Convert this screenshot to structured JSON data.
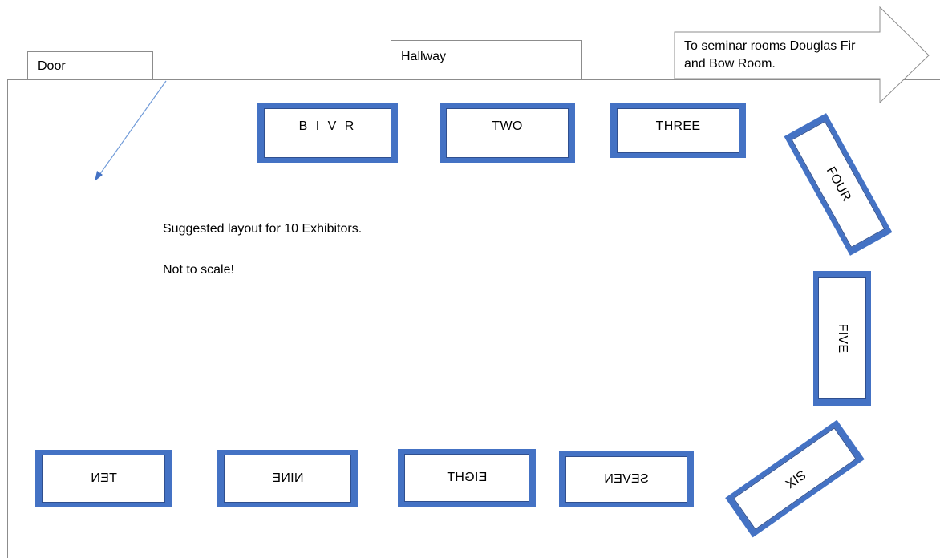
{
  "labels": {
    "door": "Door",
    "hallway": "Hallway",
    "seminar_line1": "To seminar rooms Douglas Fir",
    "seminar_line2": "and Bow Room."
  },
  "notes": {
    "layout": "Suggested layout for 10 Exhibitors.",
    "scale": "Not to scale!"
  },
  "tables": {
    "one": "B I V R",
    "two": "TWO",
    "three": "THREE",
    "four": "FOUR",
    "five": "FIVE",
    "six": "SIX",
    "seven": "SEVEN",
    "eight": "EIGHT",
    "nine": "NINE",
    "ten": "TEN"
  },
  "colors": {
    "table_border": "#4472c4",
    "door_arrow": "#6f9ad8",
    "outline": "#8c8c8c"
  }
}
